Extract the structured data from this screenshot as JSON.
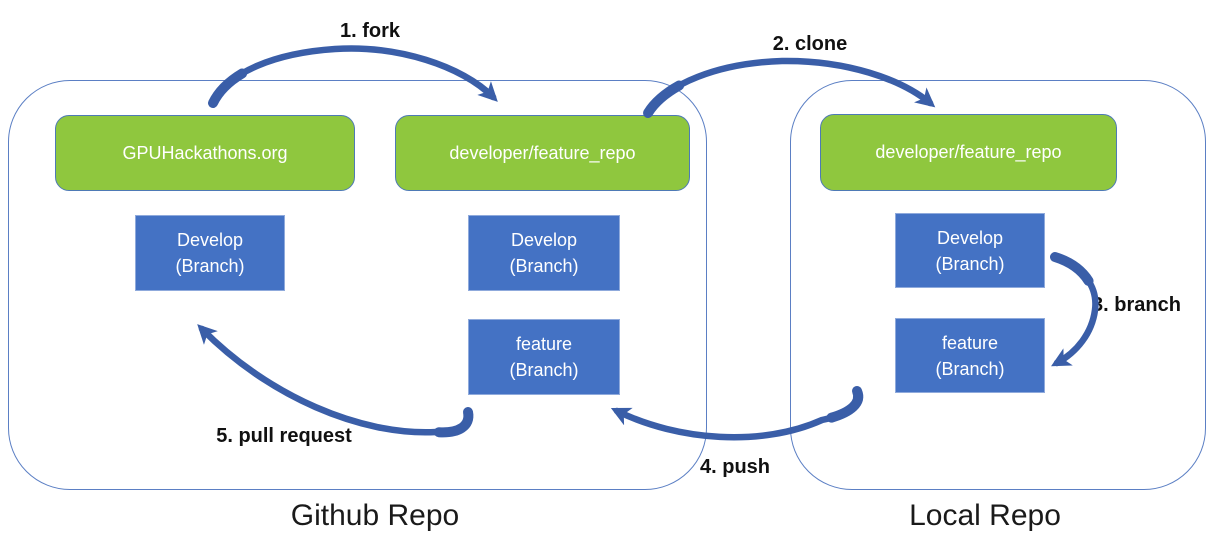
{
  "containers": {
    "github": {
      "caption": "Github Repo"
    },
    "local": {
      "caption": "Local Repo"
    }
  },
  "repos": {
    "upstream": {
      "label": "GPUHackathons.org"
    },
    "github_fork": {
      "label": "developer/feature_repo"
    },
    "local_clone": {
      "label": "developer/feature_repo"
    }
  },
  "branches": {
    "github_develop": {
      "line1": "Develop",
      "line2": "(Branch)"
    },
    "fork_develop": {
      "line1": "Develop",
      "line2": "(Branch)"
    },
    "fork_feature": {
      "line1": "feature",
      "line2": "(Branch)"
    },
    "local_develop": {
      "line1": "Develop",
      "line2": "(Branch)"
    },
    "local_feature": {
      "line1": "feature",
      "line2": "(Branch)"
    }
  },
  "steps": {
    "fork": "1. fork",
    "clone": "2. clone",
    "branch": "3. branch",
    "push": "4. push",
    "pull_request": "5. pull request"
  },
  "colors": {
    "repo_green": "#8FC73E",
    "branch_blue": "#4472C4",
    "arrow_blue": "#3A5EA8",
    "outline_blue": "#5B7FC4",
    "label_black": "#111111"
  }
}
